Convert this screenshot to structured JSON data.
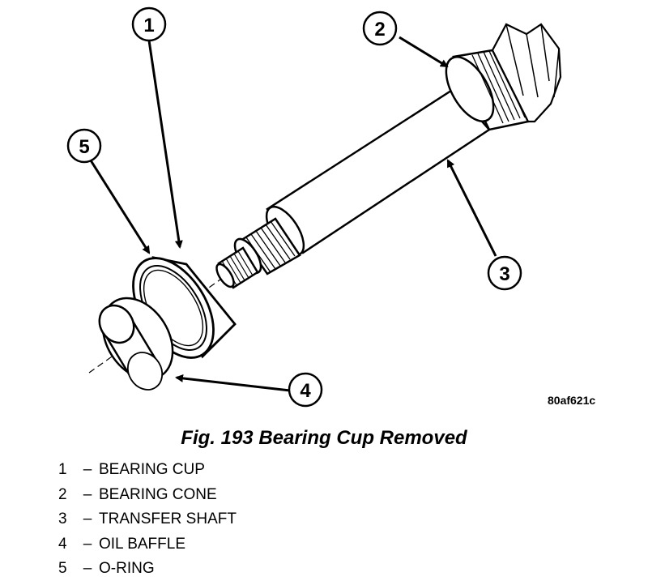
{
  "diagram": {
    "callouts": [
      {
        "num": "1",
        "name": "BEARING CUP"
      },
      {
        "num": "2",
        "name": "BEARING CONE"
      },
      {
        "num": "3",
        "name": "TRANSFER SHAFT"
      },
      {
        "num": "4",
        "name": "OIL BAFFLE"
      },
      {
        "num": "5",
        "name": "O-RING"
      }
    ],
    "figure_code": "80af621c",
    "caption": "Fig. 193 Bearing Cup Removed",
    "legend_dash": "–"
  },
  "colors": {
    "ink": "#000000",
    "paper": "#ffffff"
  }
}
